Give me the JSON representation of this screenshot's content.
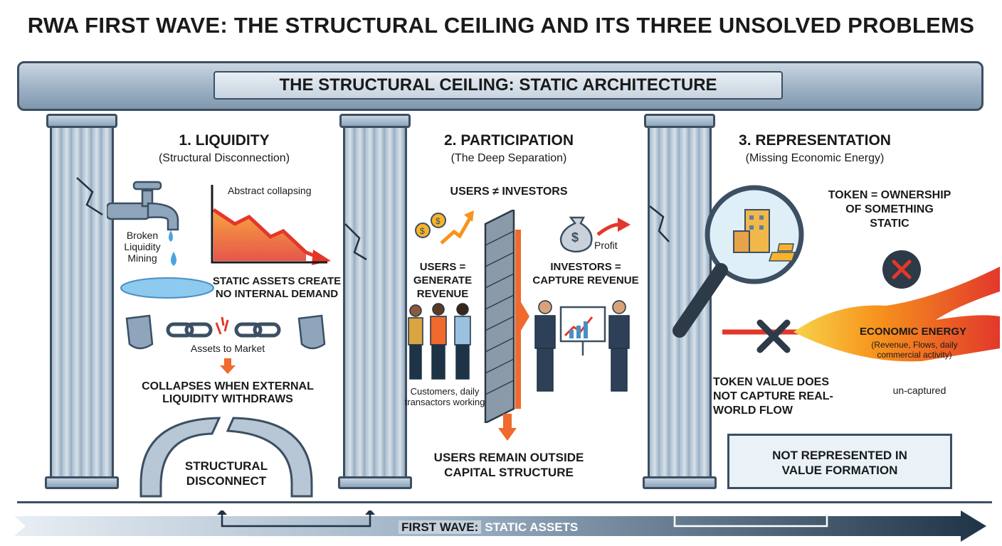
{
  "title": "RWA FIRST WAVE: THE STRUCTURAL CEILING AND ITS THREE UNSOLVED PROBLEMS",
  "ceiling": {
    "label": "THE STRUCTURAL CEILING: STATIC ARCHITECTURE"
  },
  "sections": [
    {
      "heading": "1. LIQUIDITY",
      "subheading": "(Structural Disconnection)",
      "faucet_label": "Broken Liquidity Mining",
      "chart_label": "Abstract collapsing",
      "static_assets": "STATIC ASSETS CREATE NO INTERNAL DEMAND",
      "chain_label": "Assets to Market",
      "collapse": "COLLAPSES WHEN EXTERNAL LIQUIDITY WITHDRAWS",
      "arch_label": "STRUCTURAL DISCONNECT"
    },
    {
      "heading": "2. PARTICIPATION",
      "subheading": "(The Deep Separation)",
      "banner": "USERS ≠ INVESTORS",
      "users_label": "USERS = GENERATE REVENUE",
      "customers_label": "Customers, daily transactors working",
      "profit_label": "Profit",
      "investors_label": "INVESTORS = CAPTURE REVENUE",
      "remain": "USERS REMAIN OUTSIDE CAPITAL STRUCTURE"
    },
    {
      "heading": "3. REPRESENTATION",
      "subheading": "(Missing Economic Energy)",
      "token_ownership": "TOKEN = OWNERSHIP OF SOMETHING STATIC",
      "energy_title": "ECONOMIC ENERGY",
      "energy_detail": "(Revenue, Flows, daily commercial activity)",
      "token_value": "TOKEN VALUE DOES NOT CAPTURE REAL-WORLD FLOW",
      "uncaptured": "un-captured",
      "not_represented": "NOT REPRESENTED IN VALUE FORMATION"
    }
  ],
  "footer": {
    "label_dark": "FIRST WAVE:",
    "label_light": "STATIC ASSETS"
  },
  "colors": {
    "stone": "#a9bccd",
    "outline": "#3c4f63",
    "arrow_orange": "#ef6a2c",
    "fire": "#f7941d",
    "dark_navy": "#1f3347"
  },
  "icons": [
    "faucet-icon",
    "water-drop-icon",
    "declining-chart-icon",
    "broken-chain-icon",
    "pocket-icon",
    "down-arrow-icon",
    "broken-arch-icon",
    "coin-icon",
    "up-trend-arrow-icon",
    "brick-wall-icon",
    "money-bag-icon",
    "presentation-board-icon",
    "magnifier-icon",
    "building-icon",
    "gold-bars-icon",
    "x-circle-icon",
    "x-mark-icon",
    "fire-flow-icon"
  ]
}
